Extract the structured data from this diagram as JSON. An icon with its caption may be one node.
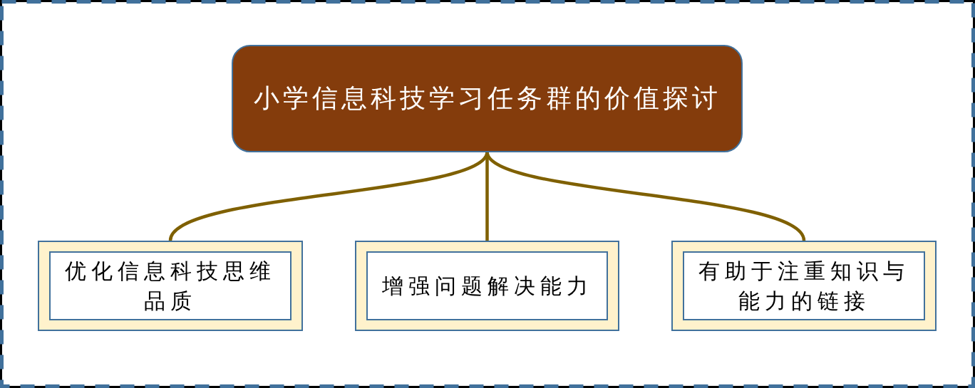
{
  "diagram": {
    "nodes": [
      {
        "text": [
          "小学信息科技学习任务群的价值探讨"
        ]
      },
      {
        "text": [
          "优化信息科技思维品质"
        ]
      },
      {
        "text": [
          "增强问题解决能力"
        ]
      },
      {
        "text": [
          "有助于注重知识与能力的链接"
        ]
      }
    ],
    "edges": [
      {
        "from": 0,
        "to": 1,
        "arrow": "none"
      },
      {
        "from": 0,
        "to": 2,
        "arrow": "none"
      },
      {
        "from": 0,
        "to": 3,
        "arrow": "none"
      }
    ]
  }
}
